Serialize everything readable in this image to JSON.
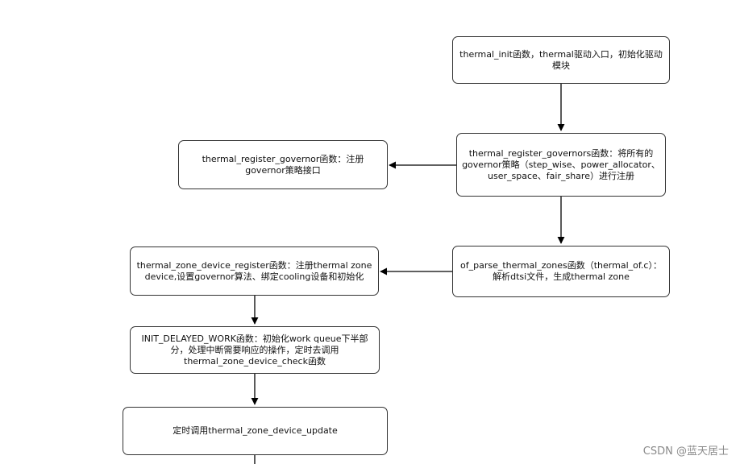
{
  "nodes": {
    "thermal_init": "thermal_init函数，thermal驱动入口，初始化驱动模块",
    "register_governors": "thermal_register_governors函数：将所有的governor策略（step_wise、power_allocator、user_space、fair_share）进行注册",
    "register_governor": "thermal_register_governor函数：注册governor策略接口",
    "parse_zones": "of_parse_thermal_zones函数（thermal_of.c）：解析dtsi文件，生成thermal zone",
    "zone_register": "thermal_zone_device_register函数：注册thermal zone device,设置governor算法、绑定cooling设备和初始化",
    "delayed_work": "INIT_DELAYED_WORK函数：初始化work queue下半部分，处理中断需要响应的操作，定时去调用thermal_zone_device_check函数",
    "update": "定时调用thermal_zone_device_update"
  },
  "watermark": "CSDN @蓝天居士"
}
